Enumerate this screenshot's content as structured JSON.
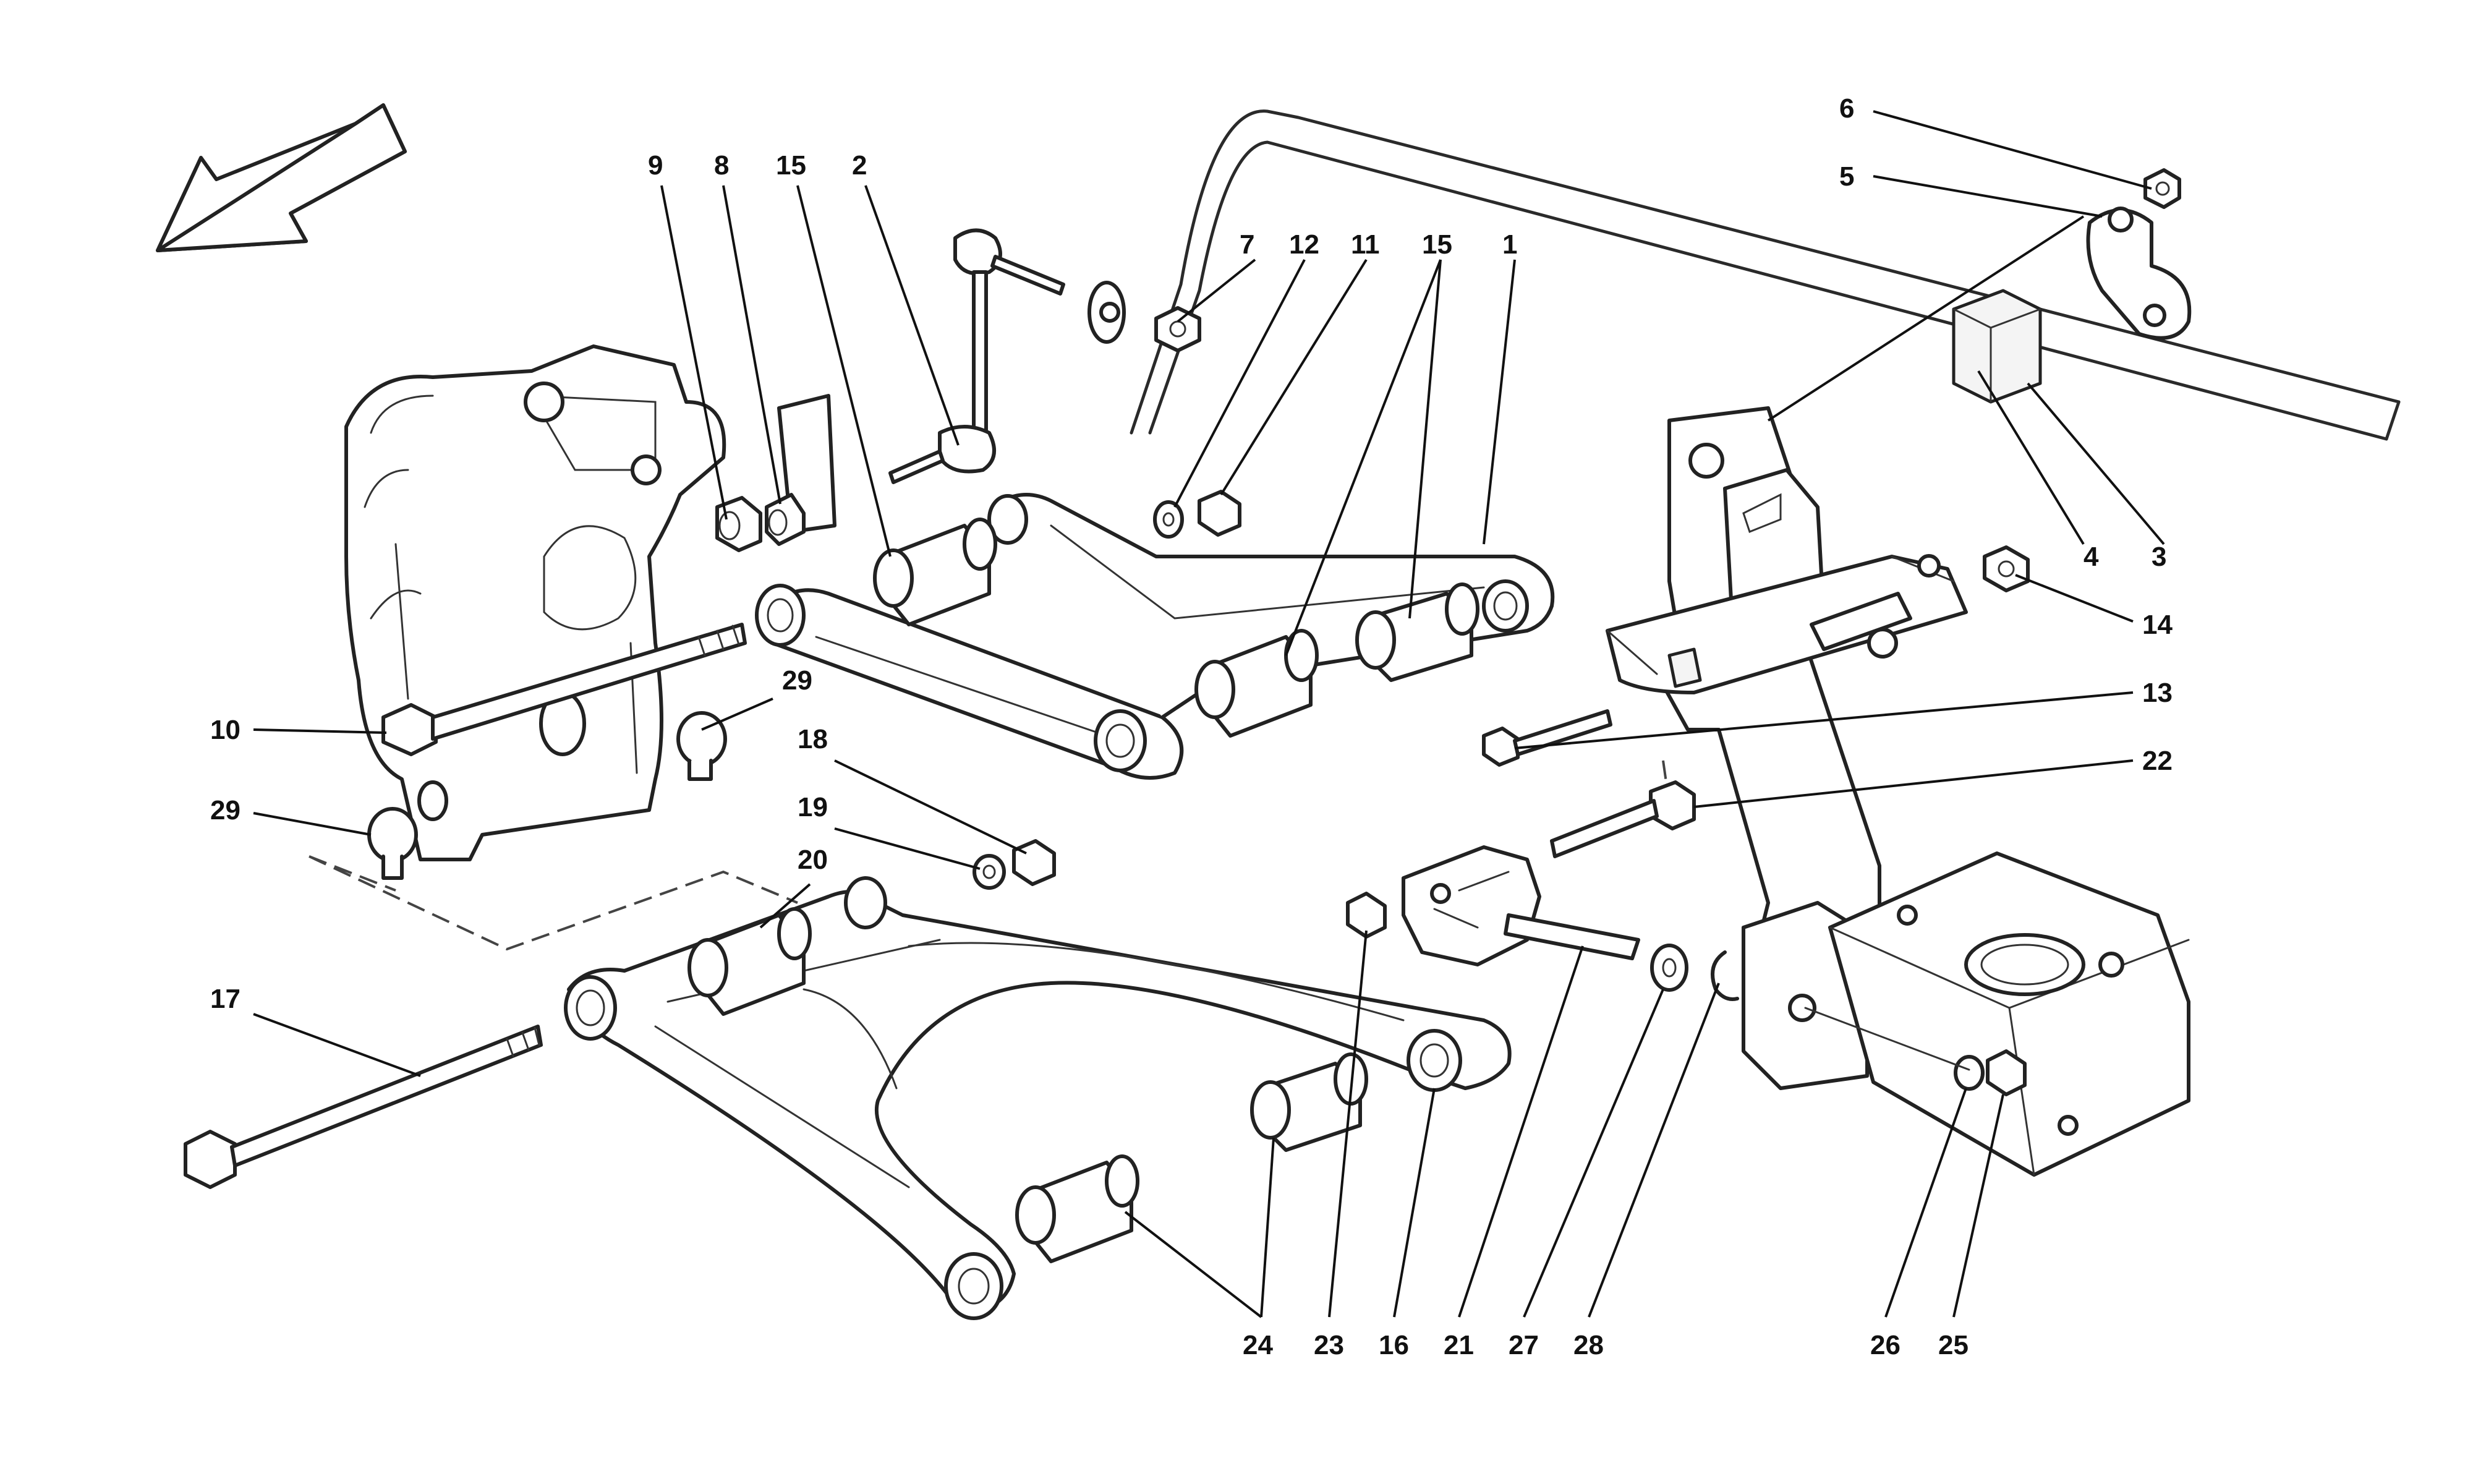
{
  "callouts": {
    "c1": "1",
    "c2": "2",
    "c3": "3",
    "c4": "4",
    "c5": "5",
    "c6": "6",
    "c7": "7",
    "c8": "8",
    "c9": "9",
    "c10": "10",
    "c11": "11",
    "c12": "12",
    "c13": "13",
    "c14": "14",
    "c15a": "15",
    "c15b": "15",
    "c16": "16",
    "c17": "17",
    "c18": "18",
    "c19": "19",
    "c20": "20",
    "c21": "21",
    "c22": "22",
    "c23": "23",
    "c24": "24",
    "c25": "25",
    "c26": "26",
    "c27": "27",
    "c28": "28",
    "c29a": "29",
    "c29b": "29"
  },
  "icons": {
    "direction": "direction-arrow-icon"
  },
  "colors": {
    "line": "#222222",
    "background": "#ffffff"
  }
}
